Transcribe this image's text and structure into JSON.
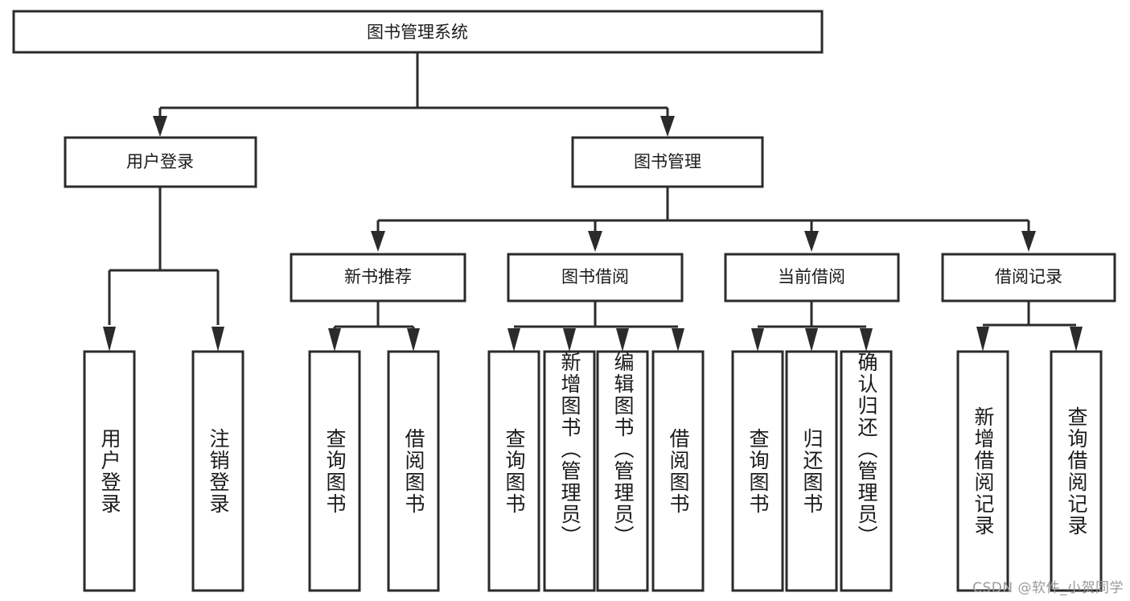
{
  "diagram": {
    "type": "tree",
    "title": "图书管理系统",
    "root": {
      "id": "root",
      "label": "图书管理系统"
    },
    "level2": [
      {
        "id": "user-login",
        "label": "用户登录"
      },
      {
        "id": "book-manage",
        "label": "图书管理"
      }
    ],
    "level3": [
      {
        "id": "new-book-recommend",
        "label": "新书推荐",
        "parent": "book-manage"
      },
      {
        "id": "book-borrow",
        "label": "图书借阅",
        "parent": "book-manage"
      },
      {
        "id": "current-borrow",
        "label": "当前借阅",
        "parent": "book-manage"
      },
      {
        "id": "borrow-record",
        "label": "借阅记录",
        "parent": "book-manage"
      }
    ],
    "leaves": [
      {
        "id": "leaf-user-login",
        "label": "用户登录",
        "parent": "user-login"
      },
      {
        "id": "leaf-logout-login",
        "label": "注销登录",
        "parent": "user-login"
      },
      {
        "id": "leaf-query-book-1",
        "label": "查询图书",
        "parent": "new-book-recommend"
      },
      {
        "id": "leaf-borrow-book-1",
        "label": "借阅图书",
        "parent": "new-book-recommend"
      },
      {
        "id": "leaf-query-book-2",
        "label": "查询图书",
        "parent": "book-borrow"
      },
      {
        "id": "leaf-add-book",
        "label": "新增图书（管理员）",
        "parent": "book-borrow"
      },
      {
        "id": "leaf-edit-book",
        "label": "编辑图书（管理员）",
        "parent": "book-borrow"
      },
      {
        "id": "leaf-borrow-book-2",
        "label": "借阅图书",
        "parent": "book-borrow"
      },
      {
        "id": "leaf-query-book-3",
        "label": "查询图书",
        "parent": "current-borrow"
      },
      {
        "id": "leaf-return-book",
        "label": "归还图书",
        "parent": "current-borrow"
      },
      {
        "id": "leaf-confirm-return",
        "label": "确认归还（管理员）",
        "parent": "current-borrow"
      },
      {
        "id": "leaf-add-record",
        "label": "新增借阅记录",
        "parent": "borrow-record"
      },
      {
        "id": "leaf-query-record",
        "label": "查询借阅记录",
        "parent": "borrow-record"
      }
    ],
    "colors": {
      "stroke": "#2b2b2b",
      "fill": "#ffffff",
      "text": "#1b1b1b",
      "watermark": "#9a9a9a"
    }
  },
  "watermark": {
    "text": "CSDN @软件_小贺同学"
  }
}
